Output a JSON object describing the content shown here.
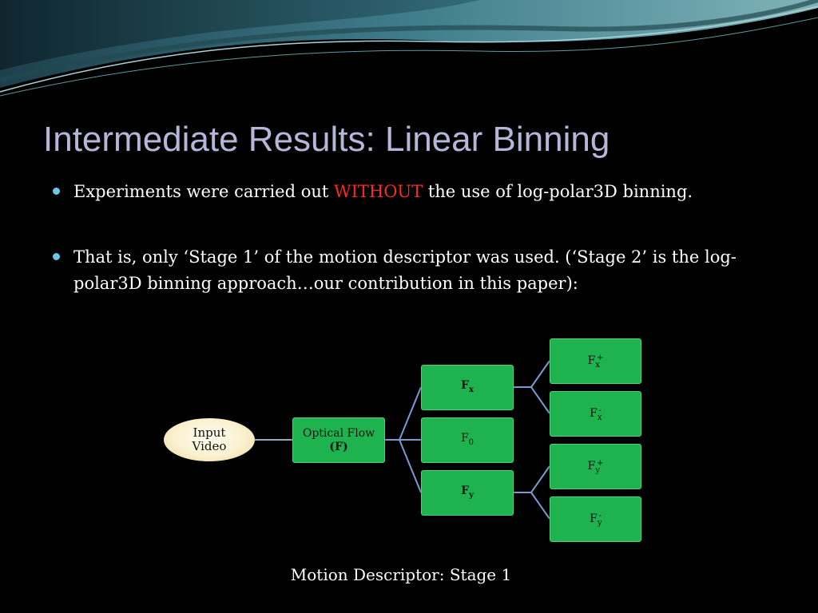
{
  "slide": {
    "title": "Intermediate Results: Linear Binning",
    "bullets": [
      {
        "before": "Experiments were carried out ",
        "highlight": "WITHOUT",
        "after": " the use of log-polar3D binning."
      },
      {
        "text": "That is, only ‘Stage 1’ of the motion descriptor was used. (‘Stage 2’ is the log-polar3D binning approach…our contribution in this paper):"
      }
    ],
    "accent_color": "#ff2a1a",
    "bullet_color": "#6ec3e6"
  },
  "diagram": {
    "input": {
      "line1": "Input",
      "line2": "Video"
    },
    "optical_flow": {
      "line1": "Optical Flow",
      "line2": "(F)"
    },
    "fx": {
      "base": "F",
      "sub": "x"
    },
    "f0": {
      "base": "F",
      "sub": "0"
    },
    "fy": {
      "base": "F",
      "sub": "y"
    },
    "fx_plus": {
      "base": "F",
      "sub": "x",
      "sup": "+"
    },
    "fx_minus": {
      "base": "F",
      "sub": "x",
      "sup": "-"
    },
    "fy_plus": {
      "base": "F",
      "sub": "y",
      "sup": "+"
    },
    "fy_minus": {
      "base": "F",
      "sub": "y",
      "sup": "-"
    },
    "node_color": "#1eb34e",
    "caption": "Motion Descriptor: Stage 1"
  }
}
